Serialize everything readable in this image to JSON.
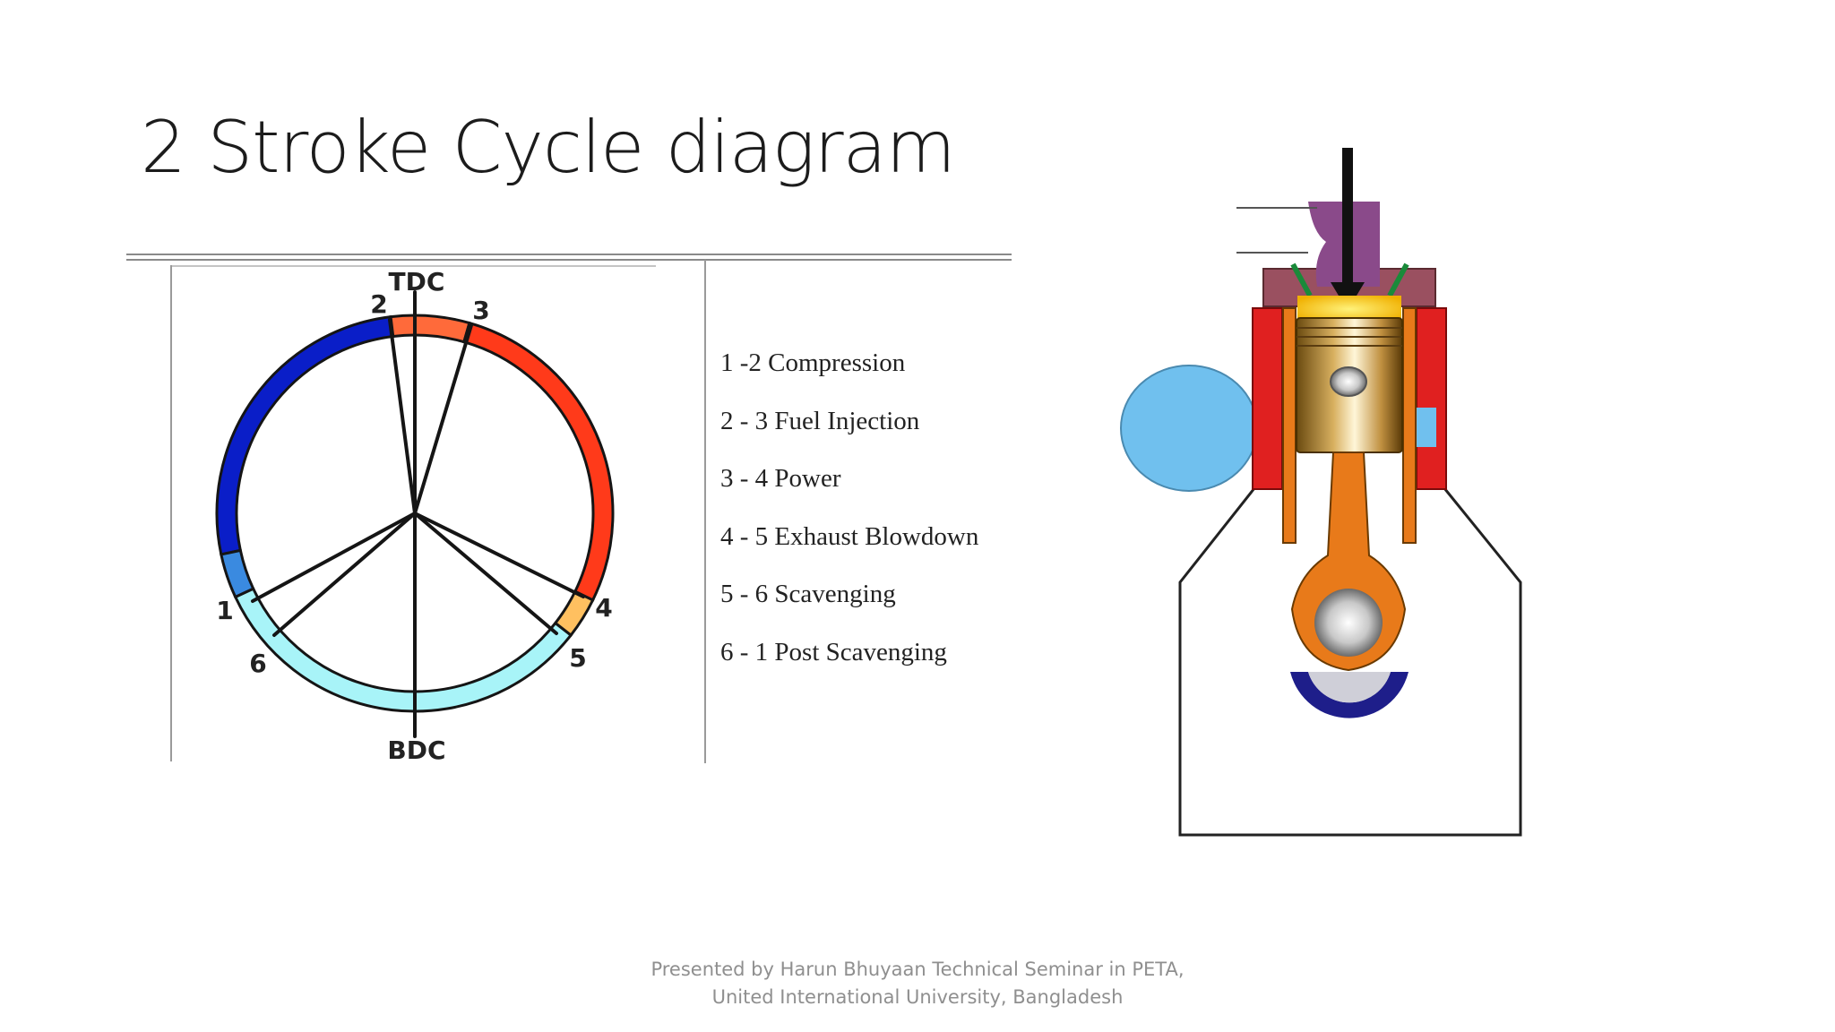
{
  "slide": {
    "title": "2 Stroke Cycle diagram"
  },
  "cycle_diagram": {
    "top_label": "TDC",
    "bottom_label": "BDC",
    "point_labels": [
      "1",
      "2",
      "3",
      "4",
      "5",
      "6"
    ],
    "arc_colors": {
      "compression": "#0a1ec8",
      "fuel_injection": "#ff6a3a",
      "power": "#ff3a1a",
      "exhaust_blowdown": "#ffc060",
      "scavenging": "#a8f4f8",
      "post_scavenging": "#3a8ae0"
    }
  },
  "legend": {
    "items": [
      "1 -2 Compression",
      "2 - 3 Fuel Injection",
      "3 - 4 Power",
      "4 - 5 Exhaust Blowdown",
      "5 - 6 Scavenging",
      "6 - 1 Post Scavenging"
    ]
  },
  "engine_illustration": {
    "colors": {
      "cylinder_wall": "#e02020",
      "port_fluid": "#70c0ee",
      "connecting_rod": "#e87a1a",
      "crank_counterweight": "#1e1e8a",
      "cylinder_head": "#9a5060",
      "exhaust_valve_gas": "#8a4a8a"
    }
  },
  "footer": {
    "line1": "Presented by Harun Bhuyaan  Technical Seminar in PETA,",
    "line2": "United International University, Bangladesh"
  }
}
